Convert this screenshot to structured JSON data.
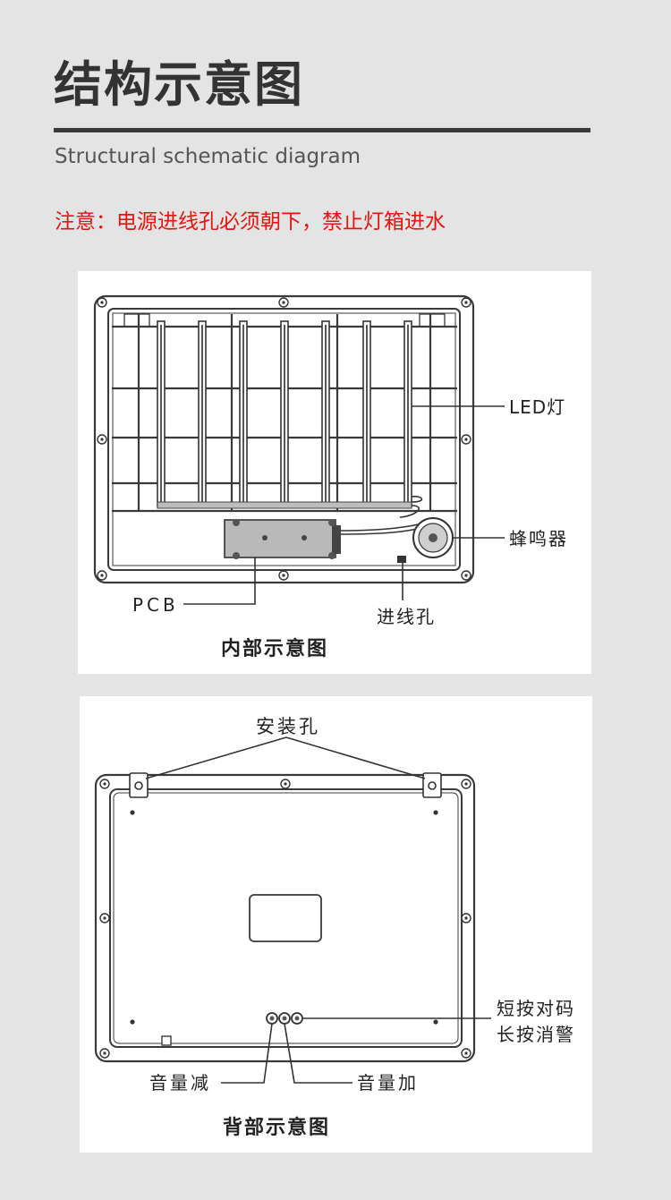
{
  "header": {
    "title": "结构示意图",
    "subtitle": "Structural schematic diagram",
    "notice": "注意：电源进线孔必须朝下，禁止灯箱进水"
  },
  "interior_diagram": {
    "caption": "内部示意图",
    "labels": {
      "led": "LED灯",
      "buzzer": "蜂鸣器",
      "pcb": "PCB",
      "cable_inlet": "进线孔"
    }
  },
  "back_diagram": {
    "caption": "背部示意图",
    "labels": {
      "mounting_holes": "安装孔",
      "button_short": "短按对码",
      "button_long": "长按消警",
      "volume_down": "音量减",
      "volume_up": "音量加"
    }
  },
  "colors": {
    "background": "#e4e4e4",
    "title": "#333333",
    "notice": "#e8130f",
    "panel": "#ffffff"
  }
}
